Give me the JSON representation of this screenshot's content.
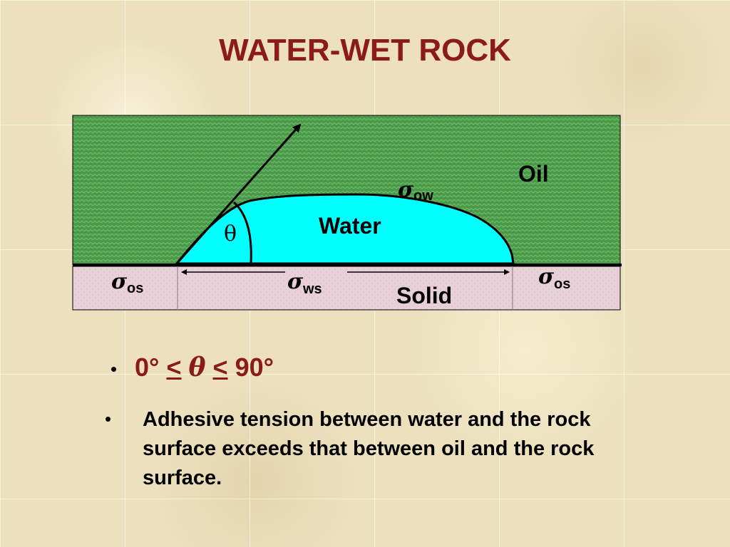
{
  "slide": {
    "title": "WATER-WET ROCK"
  },
  "diagram": {
    "labels": {
      "oil": "Oil",
      "water": "Water",
      "solid": "Solid",
      "theta": "θ",
      "sigma": "σ",
      "os_left": "os",
      "ws": "ws",
      "os_right": "os",
      "ow": "ow"
    },
    "colors": {
      "oil_region": "#4b9a4b",
      "water_drop": "#00ffff",
      "solid_region": "#e8cfd8",
      "title": "#8b1a1a"
    }
  },
  "bullets": {
    "first": {
      "deg_low": "0°",
      "le1": "<",
      "theta": "θ",
      "le2": "<",
      "deg_high": "90°"
    },
    "second": {
      "text": "Adhesive tension between water and the rock surface exceeds that between oil and the rock surface."
    }
  }
}
